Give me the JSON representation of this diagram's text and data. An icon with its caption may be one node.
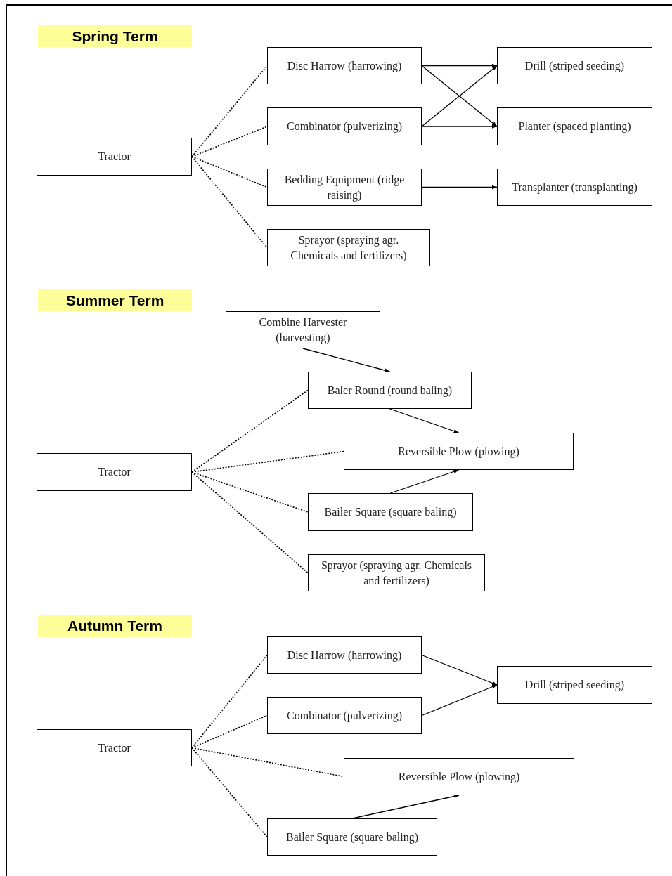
{
  "diagram": {
    "nodes": [
      {
        "text": [
          "Spring Term"
        ]
      },
      {
        "text": [
          "Tractor"
        ]
      },
      {
        "text": [
          "Disc Harrow (harrowing)"
        ]
      },
      {
        "text": [
          "Combinator (pulverizing)"
        ]
      },
      {
        "text": [
          "Bedding Equipment (ridge raising)"
        ]
      },
      {
        "text": [
          "Sprayor (spraying agr. Chemicals and fertilizers)"
        ]
      },
      {
        "text": [
          "Drill (striped seeding)"
        ]
      },
      {
        "text": [
          "Planter (spaced planting)"
        ]
      },
      {
        "text": [
          "Transplanter (transplanting)"
        ]
      },
      {
        "text": [
          "Summer Term"
        ]
      },
      {
        "text": [
          "Combine Harvester (harvesting)"
        ]
      },
      {
        "text": [
          "Tractor"
        ]
      },
      {
        "text": [
          "Baler Round (round baling)"
        ]
      },
      {
        "text": [
          "Reversible Plow (plowing)"
        ]
      },
      {
        "text": [
          "Bailer Square (square baling)"
        ]
      },
      {
        "text": [
          "Sprayor (spraying agr. Chemicals and fertilizers)"
        ]
      },
      {
        "text": [
          "Autumn Term"
        ]
      },
      {
        "text": [
          "Disc Harrow (harrowing)"
        ]
      },
      {
        "text": [
          "Combinator (pulverizing)"
        ]
      },
      {
        "text": [
          "Tractor"
        ]
      },
      {
        "text": [
          "Drill (striped seeding)"
        ]
      },
      {
        "text": [
          "Reversible Plow (plowing)"
        ]
      },
      {
        "text": [
          "Bailer Square (square baling)"
        ]
      }
    ],
    "edges": [
      {
        "from": 1,
        "to": 2,
        "arrow": "none",
        "style": "dashed"
      },
      {
        "from": 1,
        "to": 3,
        "arrow": "none",
        "style": "dashed"
      },
      {
        "from": 1,
        "to": 4,
        "arrow": "none",
        "style": "dashed"
      },
      {
        "from": 1,
        "to": 5,
        "arrow": "none",
        "style": "dashed"
      },
      {
        "from": 2,
        "to": 6,
        "arrow": "to"
      },
      {
        "from": 2,
        "to": 7,
        "arrow": "to"
      },
      {
        "from": 3,
        "to": 6,
        "arrow": "to"
      },
      {
        "from": 3,
        "to": 7,
        "arrow": "to"
      },
      {
        "from": 4,
        "to": 8,
        "arrow": "to"
      },
      {
        "from": 10,
        "to": 12,
        "arrow": "to"
      },
      {
        "from": 11,
        "to": 12,
        "arrow": "none",
        "style": "dashed"
      },
      {
        "from": 11,
        "to": 13,
        "arrow": "none",
        "style": "dashed"
      },
      {
        "from": 11,
        "to": 14,
        "arrow": "none",
        "style": "dashed"
      },
      {
        "from": 11,
        "to": 15,
        "arrow": "none",
        "style": "dashed"
      },
      {
        "from": 12,
        "to": 13,
        "arrow": "to"
      },
      {
        "from": 14,
        "to": 13,
        "arrow": "to"
      },
      {
        "from": 19,
        "to": 17,
        "arrow": "none",
        "style": "dashed"
      },
      {
        "from": 19,
        "to": 18,
        "arrow": "none",
        "style": "dashed"
      },
      {
        "from": 19,
        "to": 21,
        "arrow": "none",
        "style": "dashed"
      },
      {
        "from": 19,
        "to": 22,
        "arrow": "none",
        "style": "dashed"
      },
      {
        "from": 17,
        "to": 20,
        "arrow": "to"
      },
      {
        "from": 18,
        "to": 20,
        "arrow": "to"
      },
      {
        "from": 22,
        "to": 21,
        "arrow": "to"
      }
    ]
  }
}
